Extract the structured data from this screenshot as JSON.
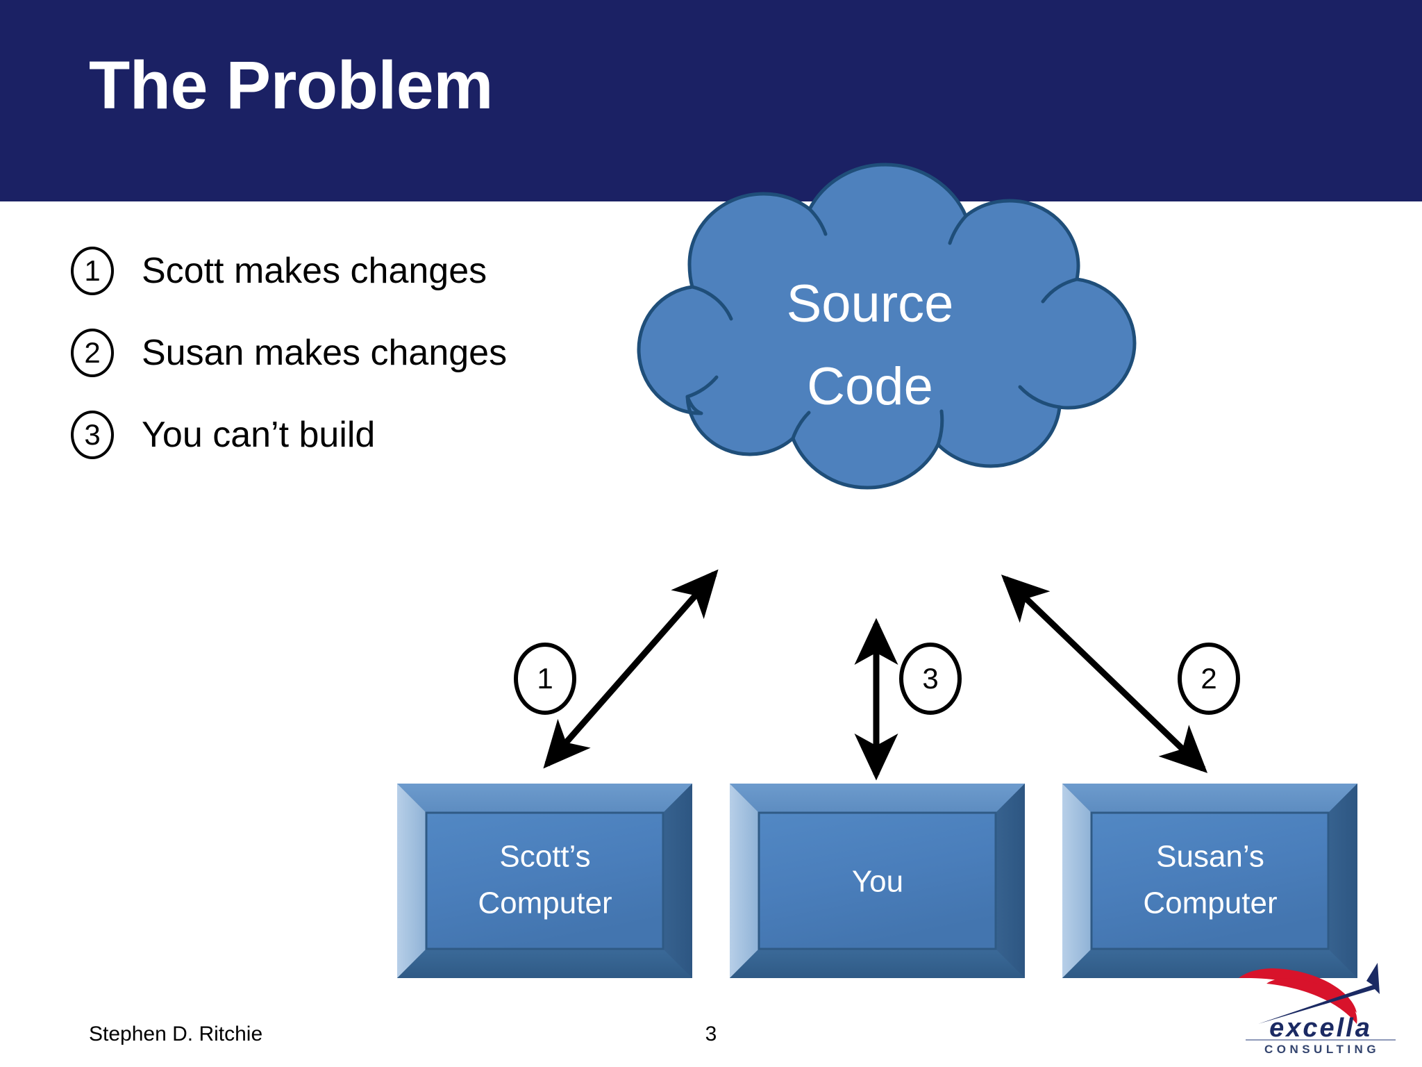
{
  "slide": {
    "title": "The Problem",
    "page_number": "3",
    "header_color": "#1b2164",
    "background_color": "#ffffff"
  },
  "steps": [
    {
      "number": "1",
      "text": "Scott makes changes"
    },
    {
      "number": "2",
      "text": "Susan makes changes"
    },
    {
      "number": "3",
      "text": "You can’t build"
    }
  ],
  "diagram": {
    "cloud": {
      "label_line1": "Source",
      "label_line2": "Code",
      "fill_color": "#4e81bd",
      "stroke_color": "#1f4e79"
    },
    "computers": [
      {
        "id": "scotts-computer",
        "label_line1": "Scott’s",
        "label_line2": "Computer"
      },
      {
        "id": "your-computer",
        "label_line1": "You",
        "label_line2": ""
      },
      {
        "id": "susans-computer",
        "label_line1": "Susan’s",
        "label_line2": "Computer"
      }
    ],
    "connectors": [
      {
        "id": "connector-scott",
        "badge": "1"
      },
      {
        "id": "connector-you",
        "badge": "3"
      },
      {
        "id": "connector-susan",
        "badge": "2"
      }
    ],
    "box_face_color": "#4a7ebb",
    "box_bevel_light": "#a8c4e0",
    "box_bevel_dark": "#2e5f8a",
    "arrow_color": "#000000"
  },
  "footer": {
    "author": "Stephen D. Ritchie",
    "logo": {
      "wordmark": "excella",
      "tagline": "CONSULTING",
      "swoosh_color": "#d8132b",
      "wordmark_color": "#1b2a63"
    }
  }
}
